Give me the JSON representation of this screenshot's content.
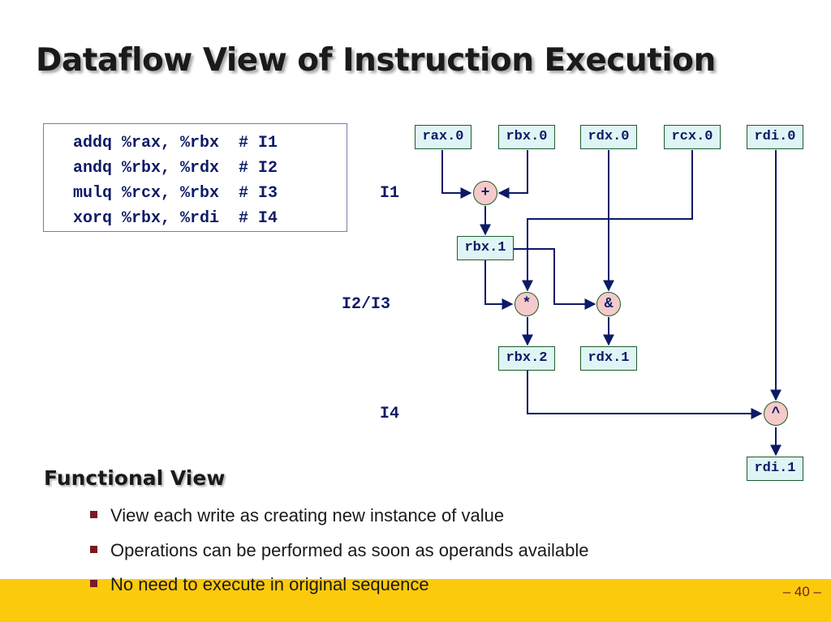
{
  "slide": {
    "title": "Dataflow View of Instruction Execution",
    "page_number": "– 40 –"
  },
  "code": [
    "addq %rax, %rbx  # I1",
    "andq %rbx, %rdx  # I2",
    "mulq %rcx, %rbx  # I3",
    "xorq %rbx, %rdi  # I4"
  ],
  "diagram": {
    "stages": [
      "I1",
      "I2/I3",
      "I4"
    ],
    "registers": [
      "rax.0",
      "rbx.0",
      "rdx.0",
      "rcx.0",
      "rdi.0",
      "rbx.1",
      "rbx.2",
      "rdx.1",
      "rdi.1"
    ],
    "operators": [
      "+",
      "*",
      "&",
      "^"
    ],
    "colors": {
      "register_fill": "#dff5f5",
      "operator_fill": "#f6caca",
      "edge": "#0d1a66",
      "border": "#1d5c2a"
    }
  },
  "functional_view": {
    "heading": "Functional View",
    "bullets": [
      "View each write as creating new instance of value",
      "Operations can be performed as soon as operands available",
      "No need to execute in original sequence"
    ]
  },
  "colors": {
    "footer_bar": "#fcca0c",
    "bullet": "#7a1a22",
    "code_text": "#0d1a66"
  }
}
